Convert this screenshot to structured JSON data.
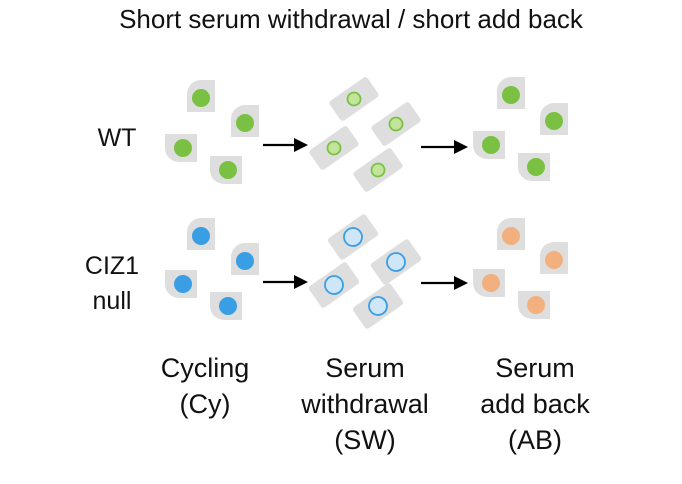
{
  "title": "Short serum withdrawal / short add back",
  "rows": [
    {
      "id": "wt",
      "label_lines": [
        "WT"
      ]
    },
    {
      "id": "ciz1",
      "label_lines": [
        "CIZ1",
        "null"
      ]
    }
  ],
  "columns": [
    {
      "id": "cy",
      "label_lines": [
        "Cycling",
        "(Cy)"
      ]
    },
    {
      "id": "sw",
      "label_lines": [
        "Serum",
        "withdrawal",
        "(SW)"
      ]
    },
    {
      "id": "ab",
      "label_lines": [
        "Serum",
        "add back",
        "(AB)"
      ]
    }
  ],
  "colors": {
    "cell_body": "#dedede",
    "wt_nucleus": "#7ac143",
    "wt_nucleus_faint_fill": "#c3e59b",
    "ciz1_nucleus": "#3a9ee4",
    "ciz1_nucleus_faint_fill": "#cfe6f8",
    "ciz1_addback_nucleus": "#f2b07e"
  }
}
